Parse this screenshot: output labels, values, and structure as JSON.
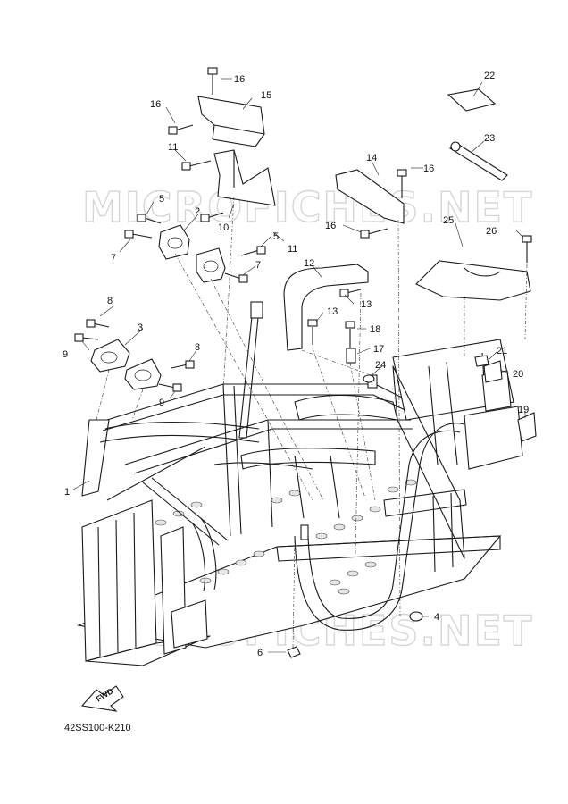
{
  "watermark": "MICROFICHES.NET",
  "diagram_code": "42SS100-K210",
  "fwd_label": "FWD",
  "callouts": [
    "1",
    "2",
    "3",
    "4",
    "5",
    "6",
    "7",
    "8",
    "9",
    "10",
    "11",
    "12",
    "13",
    "14",
    "15",
    "16",
    "17",
    "18",
    "19",
    "20",
    "21",
    "22",
    "23",
    "24",
    "25",
    "26"
  ]
}
